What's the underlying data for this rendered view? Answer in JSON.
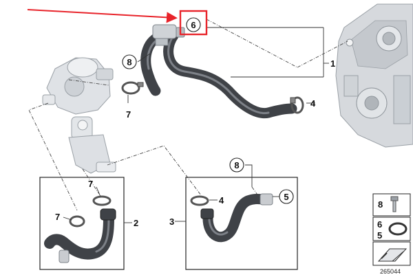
{
  "callouts": {
    "c1": "1",
    "c2": "2",
    "c3": "3",
    "c4_top": "4",
    "c4_box": "4",
    "c5_box": "5",
    "c6_top": "6",
    "c7_upper": "7",
    "c7_box_top": "7",
    "c7_box_left": "7",
    "c8_top": "8",
    "c8_box": "8"
  },
  "legend": {
    "bolt_label": "8",
    "ring_label_6": "6",
    "ring_label_5": "5"
  },
  "document_number": "265044",
  "colors": {
    "highlight": "#e8232a",
    "hose": "#3f4247",
    "metal": "#c9ccd0"
  }
}
